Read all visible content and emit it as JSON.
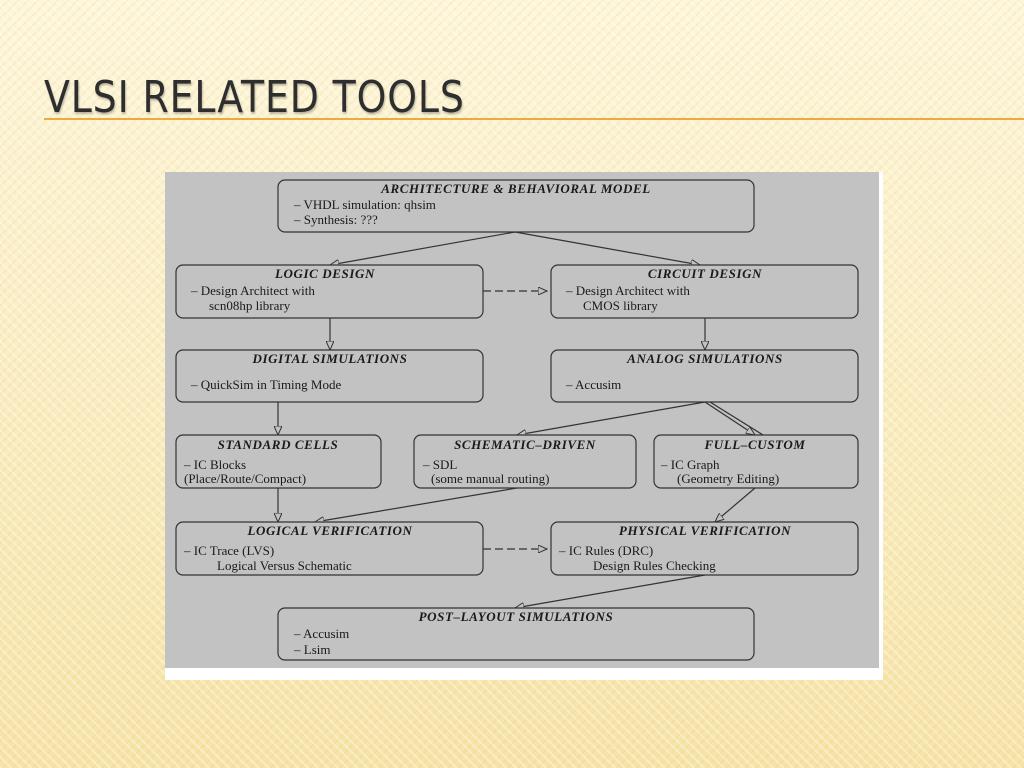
{
  "slide": {
    "title": "VLSI RELATED TOOLS"
  },
  "diagram": {
    "boxes": {
      "arch": {
        "title": "ARCHITECTURE & BEHAVIORAL MODEL",
        "lines": [
          "– VHDL simulation: qhsim",
          "– Synthesis: ???"
        ]
      },
      "logic_design": {
        "title": "LOGIC DESIGN",
        "lines": [
          "– Design Architect with",
          "scn08hp library"
        ]
      },
      "circuit_design": {
        "title": "CIRCUIT DESIGN",
        "lines": [
          "– Design Architect with",
          "CMOS library"
        ]
      },
      "digital_sim": {
        "title": "DIGITAL SIMULATIONS",
        "lines": [
          "– QuickSim in Timing Mode"
        ]
      },
      "analog_sim": {
        "title": "ANALOG SIMULATIONS",
        "lines": [
          "– Accusim"
        ]
      },
      "standard_cells": {
        "title": "STANDARD CELLS",
        "lines": [
          "– IC Blocks",
          "(Place/Route/Compact)"
        ]
      },
      "schematic_driven": {
        "title": "SCHEMATIC–DRIVEN",
        "lines": [
          "– SDL",
          "(some manual routing)"
        ]
      },
      "full_custom": {
        "title": "FULL–CUSTOM",
        "lines": [
          "– IC Graph",
          "(Geometry Editing)"
        ]
      },
      "logical_verif": {
        "title": "LOGICAL VERIFICATION",
        "lines": [
          "– IC Trace (LVS)",
          "Logical Versus Schematic"
        ]
      },
      "physical_verif": {
        "title": "PHYSICAL VERIFICATION",
        "lines": [
          "– IC Rules (DRC)",
          "Design Rules Checking"
        ]
      },
      "post_layout": {
        "title": "POST–LAYOUT SIMULATIONS",
        "lines": [
          "– Accusim",
          "– Lsim"
        ]
      }
    }
  }
}
